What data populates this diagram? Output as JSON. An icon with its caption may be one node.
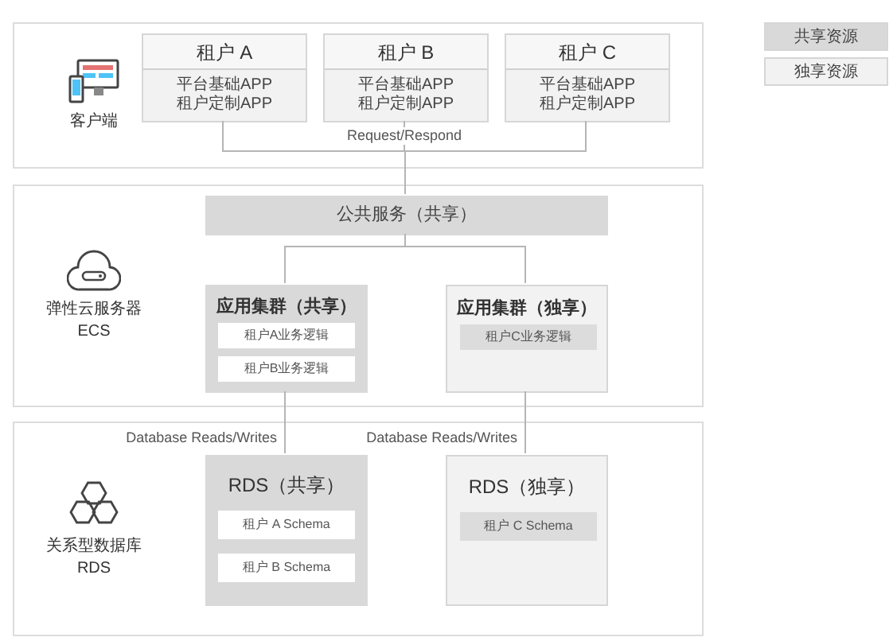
{
  "diagram": {
    "nodes": [
      {
        "text": [
          "客户端"
        ]
      },
      {
        "text": [
          "租户 A",
          "平台基础APP 租户定制APP"
        ],
        "in": 0
      },
      {
        "text": [
          "租户 B",
          "平台基础APP 租户定制APP"
        ],
        "in": 0
      },
      {
        "text": [
          "租户 C",
          "平台基础APP 租户定制APP"
        ],
        "in": 0
      },
      {
        "text": [
          "弹性云服务器 ECS"
        ]
      },
      {
        "text": [
          "公共服务（共享）"
        ],
        "in": 4
      },
      {
        "text": [
          "应用集群（共享）"
        ],
        "in": 4
      },
      {
        "text": [
          "租户A业务逻辑"
        ],
        "in": 6
      },
      {
        "text": [
          "租户B业务逻辑"
        ],
        "in": 6
      },
      {
        "text": [
          "应用集群（独享）"
        ],
        "in": 4
      },
      {
        "text": [
          "租户C业务逻辑"
        ],
        "in": 9
      },
      {
        "text": [
          "关系型数据库 RDS"
        ]
      },
      {
        "text": [
          "RDS（共享）"
        ],
        "in": 11
      },
      {
        "text": [
          "租户 A Schema"
        ],
        "in": 12
      },
      {
        "text": [
          "租户 B Schema"
        ],
        "in": 12
      },
      {
        "text": [
          "RDS（独享）"
        ],
        "in": 11
      },
      {
        "text": [
          "租户 C Schema"
        ],
        "in": 15
      }
    ],
    "edges": [
      {
        "from": 1,
        "to": 5,
        "arrow": "none"
      },
      {
        "from": 2,
        "to": 5,
        "arrow": "none",
        "label": "Request/Respond"
      },
      {
        "from": 3,
        "to": 5,
        "arrow": "none"
      },
      {
        "from": 5,
        "to": 6,
        "arrow": "none"
      },
      {
        "from": 5,
        "to": 9,
        "arrow": "none"
      },
      {
        "from": 6,
        "to": 12,
        "arrow": "none",
        "label": "Database Reads/Writes"
      },
      {
        "from": 9,
        "to": 15,
        "arrow": "none",
        "label": "Database Reads/Writes"
      }
    ],
    "legend": [
      {
        "text": "共享资源",
        "color": "#d9d9d9"
      },
      {
        "text": "独享资源",
        "color": "#f2f2f2"
      }
    ]
  }
}
